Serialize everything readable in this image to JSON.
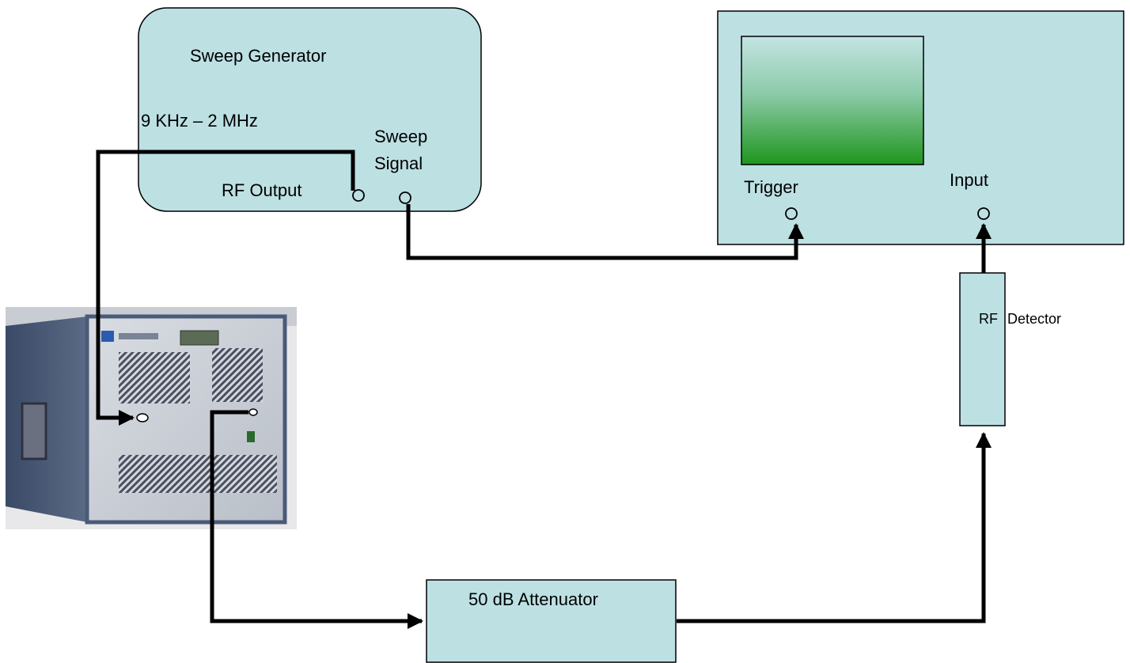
{
  "sweep_generator": {
    "title": "Sweep Generator",
    "range": "9 KHz – 2 MHz",
    "rf_output_label": "RF Output",
    "sweep_signal_line1": "Sweep",
    "sweep_signal_line2": "Signal"
  },
  "oscilloscope": {
    "trigger_label": "Trigger",
    "input_label": "Input"
  },
  "rf_detector": {
    "label_part1": "RF",
    "label_part2": "Detector"
  },
  "attenuator": {
    "label": "50 dB Attenuator"
  },
  "colors": {
    "box_fill": "#bde0e3",
    "screen_top": "#c2e3e3",
    "screen_bottom": "#1e961e",
    "wire": "#000000"
  }
}
